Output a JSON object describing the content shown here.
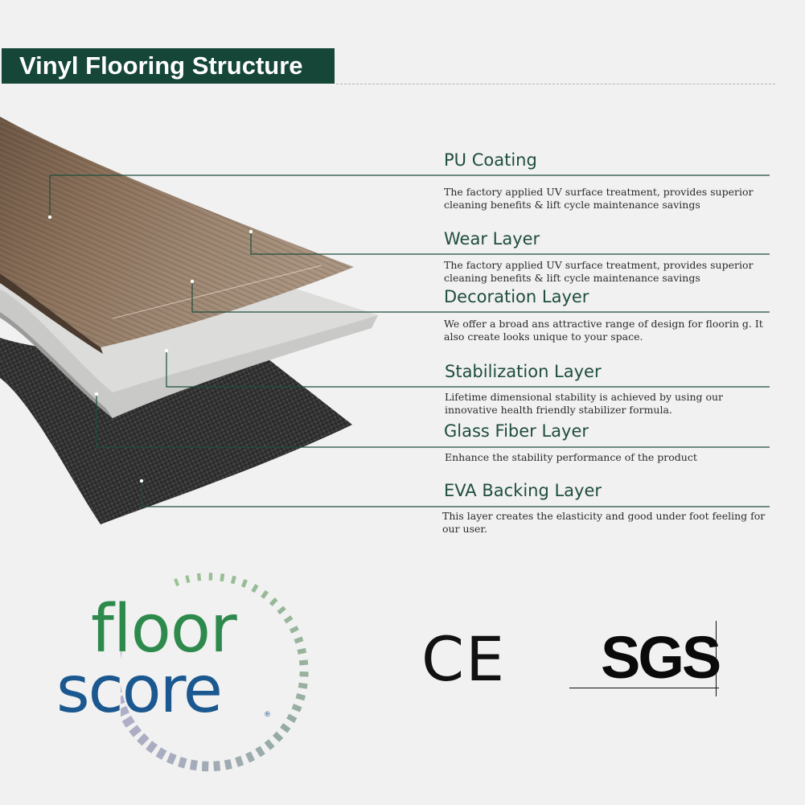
{
  "header": {
    "title": "Vinyl Flooring Structure"
  },
  "layers": [
    {
      "name": "PU Coating",
      "description": "The factory applied UV surface treatment, provides superior cleaning benefits & lift cycle maintenance savings"
    },
    {
      "name": "Wear Layer",
      "description": "The factory applied UV surface treatment, provides superior cleaning benefits & lift cycle maintenance savings"
    },
    {
      "name": "Decoration Layer",
      "description": "We offer a broad ans attractive range of design for floorin g. It also create looks unique to your space."
    },
    {
      "name": "Stabilization Layer",
      "description": "Lifetime dimensional stability is achieved by using our innovative health friendly stabilizer formula."
    },
    {
      "name": "Glass Fiber Layer",
      "description": "Enhance the stability performance of the product"
    },
    {
      "name": "EVA Backing Layer",
      "description": "This layer creates the elasticity and good under foot feeling for our user."
    }
  ],
  "certifications": {
    "floorscore": {
      "word1": "floor",
      "word2": "score",
      "mark": "®"
    },
    "ce": "CE",
    "sgs": "SGS"
  },
  "colors": {
    "title_bg": "#154638",
    "leader_line": "#1f4d3e",
    "floorscore_green": "#2d8a4c",
    "floorscore_blue": "#1b5890"
  },
  "icons": [
    "floorscore-logo",
    "ce-mark",
    "sgs-logo"
  ]
}
